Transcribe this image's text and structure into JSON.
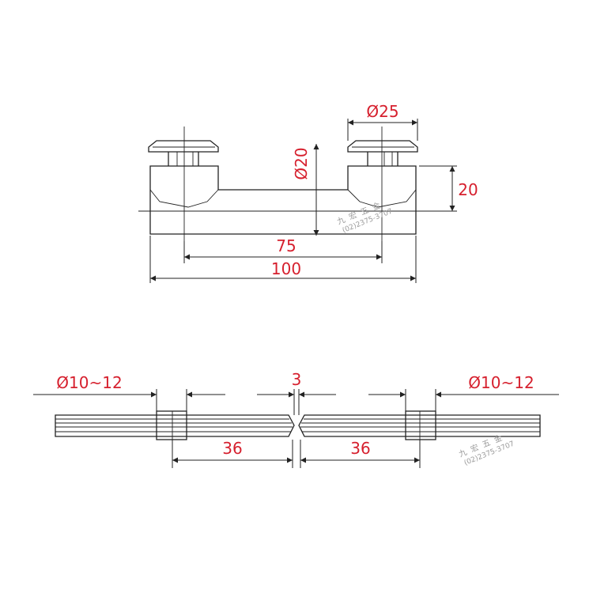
{
  "dimensions": {
    "top_cap_diameter": "Ø25",
    "top_post_diameter": "Ø20",
    "top_height": "20",
    "top_inner_span": "75",
    "top_overall_length": "100",
    "glass_left_thickness": "Ø10~12",
    "glass_gap": "3",
    "glass_right_thickness": "Ø10~12",
    "left_insert_depth": "36",
    "right_insert_depth": "36"
  },
  "watermark": {
    "company_cn": "九宏五金",
    "phone": "(02)2375-3707"
  },
  "colors": {
    "dimension_text": "#d6202e",
    "line": "#222222",
    "watermark": "#9a9a9a"
  }
}
